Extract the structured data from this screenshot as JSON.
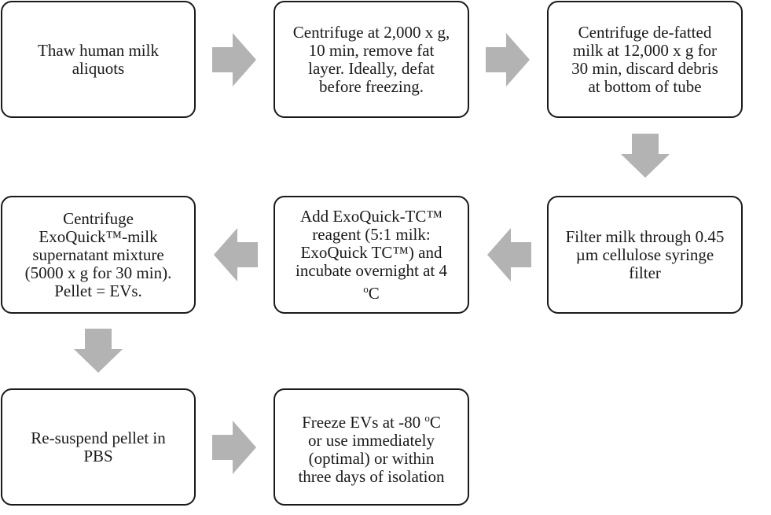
{
  "arrow_color": "#b3b3b3",
  "boxes": [
    {
      "id": 1,
      "text": "Thaw human milk\naliquots"
    },
    {
      "id": 2,
      "text": "Centrifuge at 2,000 x g,\n10 min, remove fat\nlayer. Ideally, defat\nbefore freezing."
    },
    {
      "id": 3,
      "text": "Centrifuge de-fatted\nmilk at 12,000 x g for\n30 min, discard debris\nat bottom of tube"
    },
    {
      "id": 4,
      "text": "Filter milk through 0.45\nµm cellulose syringe\nfilter"
    },
    {
      "id": 5,
      "text_pre": "Add ExoQuick-TC™\nreagent (5:1 milk:\nExoQuick TC™) and\nincubate overnight at 4\n",
      "sup": "o",
      "text_post": "C"
    },
    {
      "id": 6,
      "text": "Centrifuge\nExoQuick™-milk\nsupernatant mixture\n(5000 x g for 30 min).\nPellet = EVs."
    },
    {
      "id": 7,
      "text": "Re-suspend pellet in\nPBS"
    },
    {
      "id": 8,
      "text_pre": "Freeze EVs  at -80 ",
      "sup": "o",
      "text_post": "C\nor use immediately\n(optimal) or within\nthree days of isolation"
    }
  ]
}
